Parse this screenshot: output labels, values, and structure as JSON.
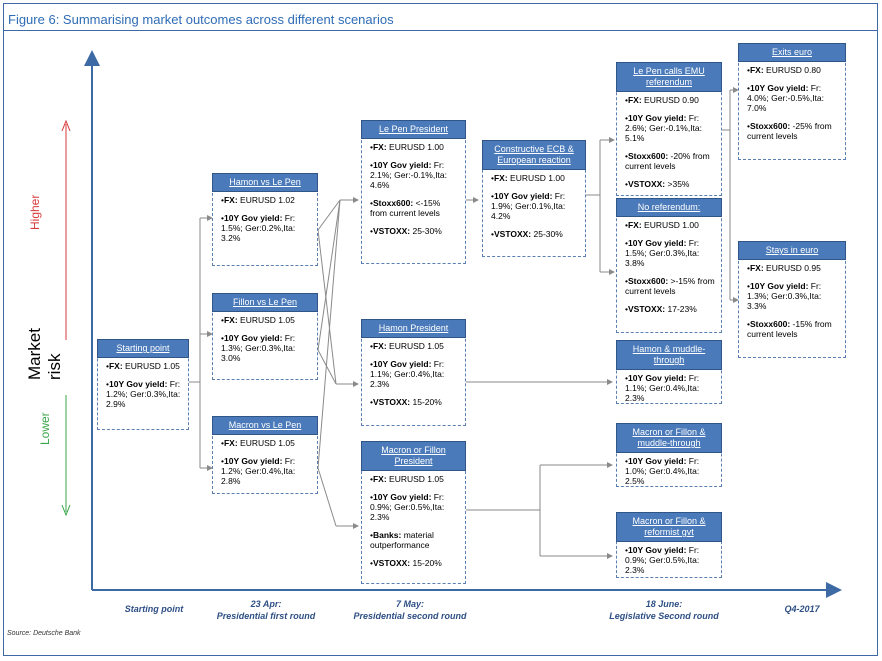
{
  "title": "Figure 6: Summarising market outcomes across different scenarios",
  "source": "Source: Deutsche Bank",
  "y_axis": {
    "label": "Market risk",
    "higher": "Higher",
    "lower": "Lower"
  },
  "timeline": {
    "start": {
      "line1": "Starting point"
    },
    "apr": {
      "line1": "23 Apr:",
      "line2": "Presidential first round"
    },
    "may": {
      "line1": "7 May:",
      "line2": "Presidential second round"
    },
    "june": {
      "line1": "18 June:",
      "line2": "Legislative Second round"
    },
    "q4": {
      "line1": "Q4-2017"
    }
  },
  "boxes": {
    "start": {
      "title": "Starting point",
      "fx_label": "FX:",
      "fx": " EURUSD 1.05",
      "gov_label": "10Y Gov yield:",
      "gov": " Fr: 1.2%; Ger:0.3%,Ita: 2.9%"
    },
    "hamon_lepen": {
      "title": "Hamon vs Le Pen",
      "fx_label": "FX:",
      "fx": " EURUSD 1.02",
      "gov_label": "10Y Gov yield:",
      "gov": " Fr: 1.5%; Ger:0.2%,Ita: 3.2%"
    },
    "fillon_lepen": {
      "title": "Fillon vs Le Pen",
      "fx_label": "FX:",
      "fx": " EURUSD 1.05",
      "gov_label": "10Y Gov yield:",
      "gov": " Fr: 1.3%; Ger:0.3%,Ita: 3.0%"
    },
    "macron_lepen": {
      "title": "Macron vs Le Pen",
      "fx_label": "FX:",
      "fx": " EURUSD 1.05",
      "gov_label": "10Y Gov yield:",
      "gov": " Fr: 1.2%; Ger:0.4%,Ita: 2.8%"
    },
    "lepen_pres": {
      "title": "Le Pen President",
      "fx_label": "FX:",
      "fx": " EURUSD 1.00",
      "gov_label": "10Y Gov yield:",
      "gov": " Fr: 2.1%; Ger:-0.1%,Ita: 4.6%",
      "stoxx_label": "Stoxx600:",
      "stoxx": " <-15% from current levels",
      "vstoxx_label": "VSTOXX:",
      "vstoxx": " 25-30%"
    },
    "hamon_pres": {
      "title": "Hamon President",
      "fx_label": "FX:",
      "fx": " EURUSD 1.05",
      "gov_label": "10Y Gov yield:",
      "gov": " Fr: 1.1%; Ger:0.4%,Ita: 2.3%",
      "vstoxx_label": "VSTOXX:",
      "vstoxx": " 15-20%"
    },
    "macron_fillon_pres": {
      "title": "Macron or Fillon President",
      "fx_label": "FX:",
      "fx": " EURUSD 1.05",
      "gov_label": "10Y Gov yield:",
      "gov": " Fr: 0.9%; Ger:0.5%,Ita: 2.3%",
      "banks_label": "Banks:",
      "banks": " material outperformance",
      "vstoxx_label": "VSTOXX:",
      "vstoxx": " 15-20%"
    },
    "constructive": {
      "title": "Constructive ECB & European reaction",
      "fx_label": "FX:",
      "fx": " EURUSD 1.00",
      "gov_label": "10Y Gov yield:",
      "gov": " Fr: 1.9%; Ger:0.1%,Ita: 4.2%",
      "vstoxx_label": "VSTOXX:",
      "vstoxx": " 25-30%"
    },
    "emu_ref": {
      "title": "Le Pen calls EMU referendum",
      "fx_label": "FX:",
      "fx": " EURUSD 0.90",
      "gov_label": "10Y Gov yield:",
      "gov": " Fr: 2.6%; Ger:-0.1%,Ita: 5.1%",
      "stoxx_label": "Stoxx600:",
      "stoxx": " -20% from current levels",
      "vstoxx_label": "VSTOXX:",
      "vstoxx": " >35%"
    },
    "no_ref": {
      "title": "No referendum:",
      "fx_label": "FX:",
      "fx": " EURUSD 1.00",
      "gov_label": "10Y Gov yield:",
      "gov": " Fr: 1.5%; Ger:0.3%,Ita: 3.8%",
      "stoxx_label": "Stoxx600:",
      "stoxx": " >-15% from current levels",
      "vstoxx_label": "VSTOXX:",
      "vstoxx": " 17-23%"
    },
    "hamon_muddle": {
      "title": "Hamon & muddle-through",
      "gov_label": "10Y Gov yield:",
      "gov": " Fr: 1.1%; Ger:0.4%,Ita: 2.3%"
    },
    "mf_muddle": {
      "title": "Macron or Fillon & muddle-through",
      "gov_label": "10Y Gov yield:",
      "gov": " Fr: 1.0%; Ger:0.4%,Ita: 2.5%"
    },
    "mf_reform": {
      "title": "Macron or Fillon & reformist gvt",
      "gov_label": "10Y Gov yield:",
      "gov": " Fr: 0.9%; Ger:0.5%,Ita: 2.3%"
    },
    "exits": {
      "title": "Exits euro",
      "fx_label": "FX:",
      "fx": " EURUSD 0.80",
      "gov_label": "10Y Gov yield:",
      "gov": " Fr: 4.0%; Ger:-0.5%,Ita: 7.0%",
      "stoxx_label": "Stoxx600:",
      "stoxx": " -25% from current levels"
    },
    "stays": {
      "title": "Stays in euro",
      "fx_label": "FX:",
      "fx": " EURUSD 0.95",
      "gov_label": "10Y Gov yield:",
      "gov": " Fr: 1.3%; Ger:0.3%,Ita: 3.3%",
      "stoxx_label": "Stoxx600:",
      "stoxx": " -15% from current levels"
    }
  },
  "colors": {
    "accent": "#4a7ab9",
    "axis": "#3d6aa5",
    "higher": "#d93a3a",
    "lower": "#3aa54a",
    "connector": "#8a8a8a"
  }
}
